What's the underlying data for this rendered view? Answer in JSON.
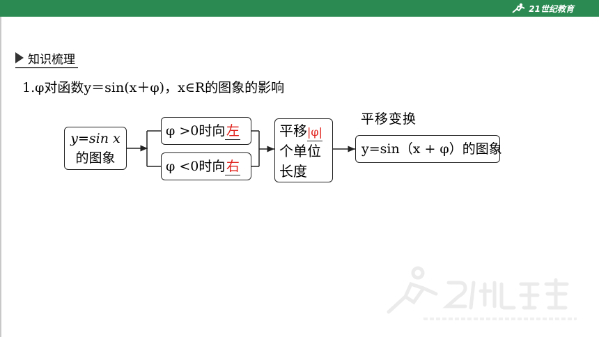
{
  "header": {
    "logo_text": "21世纪教育"
  },
  "section": {
    "title": "知识梳理"
  },
  "item": {
    "text": "1.φ对函数y＝sin(x＋φ)，x∈R的图象的影响"
  },
  "diagram": {
    "start_line1": "y=sin x",
    "start_line2": "的图象",
    "cond_positive_prefix": "φ >0时向",
    "cond_positive_blank": "左",
    "cond_negative_prefix": "φ <0时向",
    "cond_negative_blank": "右",
    "shift_line1": "平移",
    "shift_blank": "|φ|",
    "shift_line2": "个单位",
    "shift_line3": "长度",
    "arrow_label": "平移变换",
    "result": "y=sin（x + φ）的图象"
  },
  "colors": {
    "header_green": "#2b8a52",
    "answer_red": "#e0201a"
  }
}
